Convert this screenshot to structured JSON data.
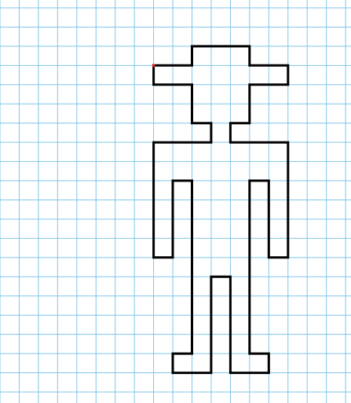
{
  "grid": {
    "cols": 18,
    "rows": 21,
    "line_color": "#7fc6ea",
    "background": "#ffffff"
  },
  "figure": {
    "stroke_color": "#000000",
    "start_marker_color": "#e0201c",
    "path_grid_points": [
      [
        8,
        3
      ],
      [
        10,
        3
      ],
      [
        10,
        2
      ],
      [
        13,
        2
      ],
      [
        13,
        3
      ],
      [
        15,
        3
      ],
      [
        15,
        4
      ],
      [
        13,
        4
      ],
      [
        13,
        6
      ],
      [
        12,
        6
      ],
      [
        12,
        7
      ],
      [
        15,
        7
      ],
      [
        15,
        13
      ],
      [
        14,
        13
      ],
      [
        14,
        9
      ],
      [
        13,
        9
      ],
      [
        13,
        18
      ],
      [
        14,
        18
      ],
      [
        14,
        19
      ],
      [
        12,
        19
      ],
      [
        12,
        14
      ],
      [
        11,
        14
      ],
      [
        11,
        19
      ],
      [
        9,
        19
      ],
      [
        9,
        18
      ],
      [
        10,
        18
      ],
      [
        10,
        9
      ],
      [
        9,
        9
      ],
      [
        9,
        13
      ],
      [
        8,
        13
      ],
      [
        8,
        7
      ],
      [
        11,
        7
      ],
      [
        11,
        6
      ],
      [
        10,
        6
      ],
      [
        10,
        4
      ],
      [
        8,
        4
      ],
      [
        8,
        3
      ]
    ]
  }
}
